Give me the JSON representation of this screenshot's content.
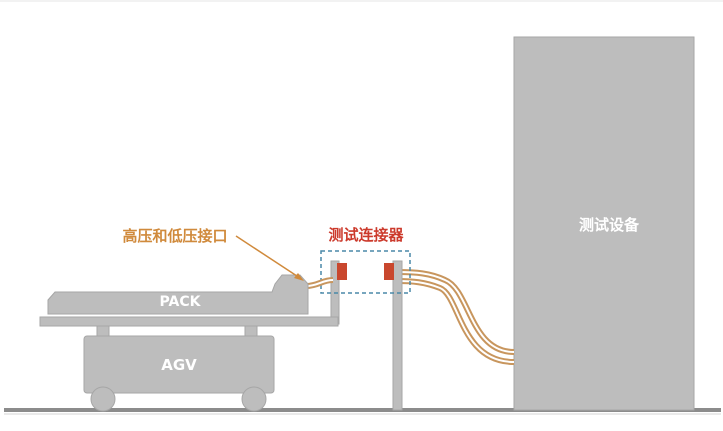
{
  "labels": {
    "test_equipment": "测试设备",
    "test_connector": "测试连接器",
    "hv_lv_interface": "高压和低压接口",
    "pack": "PACK",
    "agv": "AGV"
  },
  "colors": {
    "gray_block": "#bdbdbd",
    "gray_stroke": "#9e9e9e",
    "floor": "#8c8c8c",
    "connector_red": "#c9472e",
    "cable_orange": "#c8965e",
    "interface_label": "#d08a3c",
    "connector_label": "#cc3a2c",
    "dashed_box": "#4a89a8",
    "white_text": "#ffffff"
  }
}
